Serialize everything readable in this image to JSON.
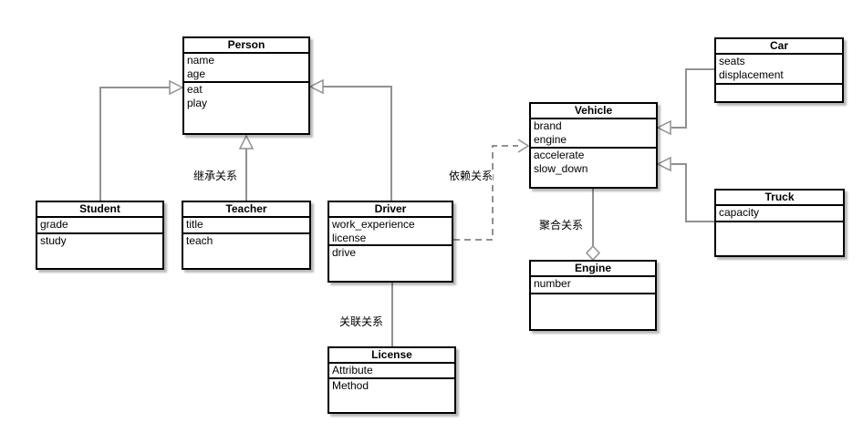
{
  "classes": {
    "person": {
      "title": "Person",
      "attributes": [
        "name",
        "age"
      ],
      "methods": [
        "eat",
        "play"
      ]
    },
    "student": {
      "title": "Student",
      "attributes": [
        "grade"
      ],
      "methods": [
        "study"
      ]
    },
    "teacher": {
      "title": "Teacher",
      "attributes": [
        "title"
      ],
      "methods": [
        "teach"
      ]
    },
    "driver": {
      "title": "Driver",
      "attributes": [
        "work_experience",
        "license"
      ],
      "methods": [
        "drive"
      ]
    },
    "license": {
      "title": "License",
      "attributes": [
        "Attribute"
      ],
      "methods": [
        "Method"
      ]
    },
    "vehicle": {
      "title": "Vehicle",
      "attributes": [
        "brand",
        "engine"
      ],
      "methods": [
        "accelerate",
        "slow_down"
      ]
    },
    "engine": {
      "title": "Engine",
      "attributes": [
        "number"
      ],
      "methods": []
    },
    "car": {
      "title": "Car",
      "attributes": [
        "seats",
        "displacement"
      ],
      "methods": []
    },
    "truck": {
      "title": "Truck",
      "attributes": [
        "capacity"
      ],
      "methods": []
    }
  },
  "edges": [
    {
      "from": "Student",
      "to": "Person",
      "type": "inheritance",
      "label": ""
    },
    {
      "from": "Teacher",
      "to": "Person",
      "type": "inheritance",
      "label": "继承关系"
    },
    {
      "from": "Driver",
      "to": "Person",
      "type": "inheritance",
      "label": ""
    },
    {
      "from": "Driver",
      "to": "License",
      "type": "association",
      "label": "关联关系"
    },
    {
      "from": "Driver",
      "to": "Vehicle",
      "type": "dependency",
      "label": "依赖关系"
    },
    {
      "from": "Vehicle",
      "to": "Engine",
      "type": "aggregation",
      "label": "聚合关系"
    },
    {
      "from": "Car",
      "to": "Vehicle",
      "type": "inheritance",
      "label": ""
    },
    {
      "from": "Truck",
      "to": "Vehicle",
      "type": "inheritance",
      "label": ""
    }
  ],
  "colors": {
    "line": "#919191",
    "border": "#000000",
    "background": "#ffffff",
    "text": "#000000"
  }
}
